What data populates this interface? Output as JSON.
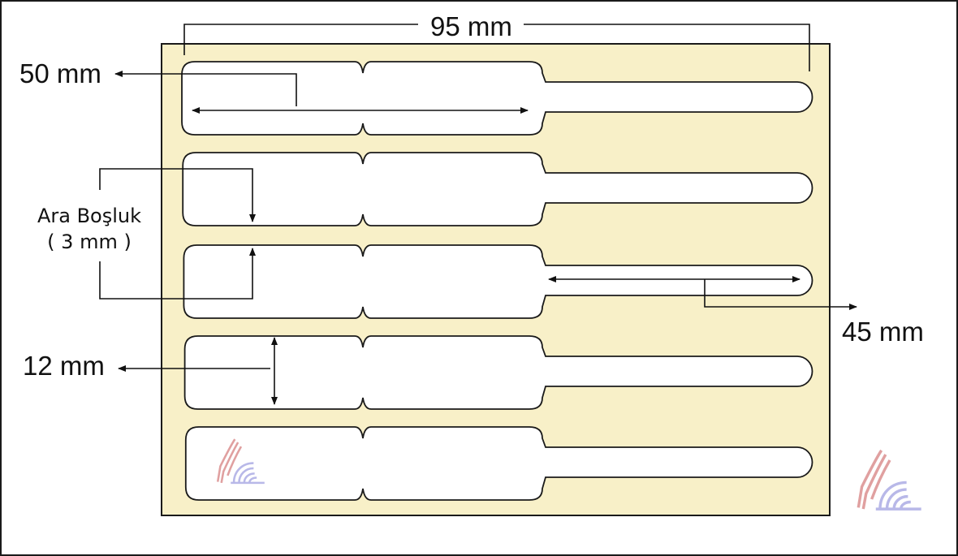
{
  "diagram": {
    "labels": {
      "overall_width": "95 mm",
      "label_width": "50 mm",
      "tail_length": "45 mm",
      "label_height": "12 mm",
      "gap_title": "Ara Boşluk",
      "gap_value": "( 3 mm )"
    },
    "colors": {
      "sheet": "#f8f0c8",
      "outline": "#1a1a1a",
      "label_fill": "#ffffff",
      "logo_red": "#e0a0a0",
      "logo_blue": "#b8b8e8"
    },
    "label_rows": 5,
    "icons": [
      "company-logo-icon",
      "company-logo-icon"
    ]
  }
}
